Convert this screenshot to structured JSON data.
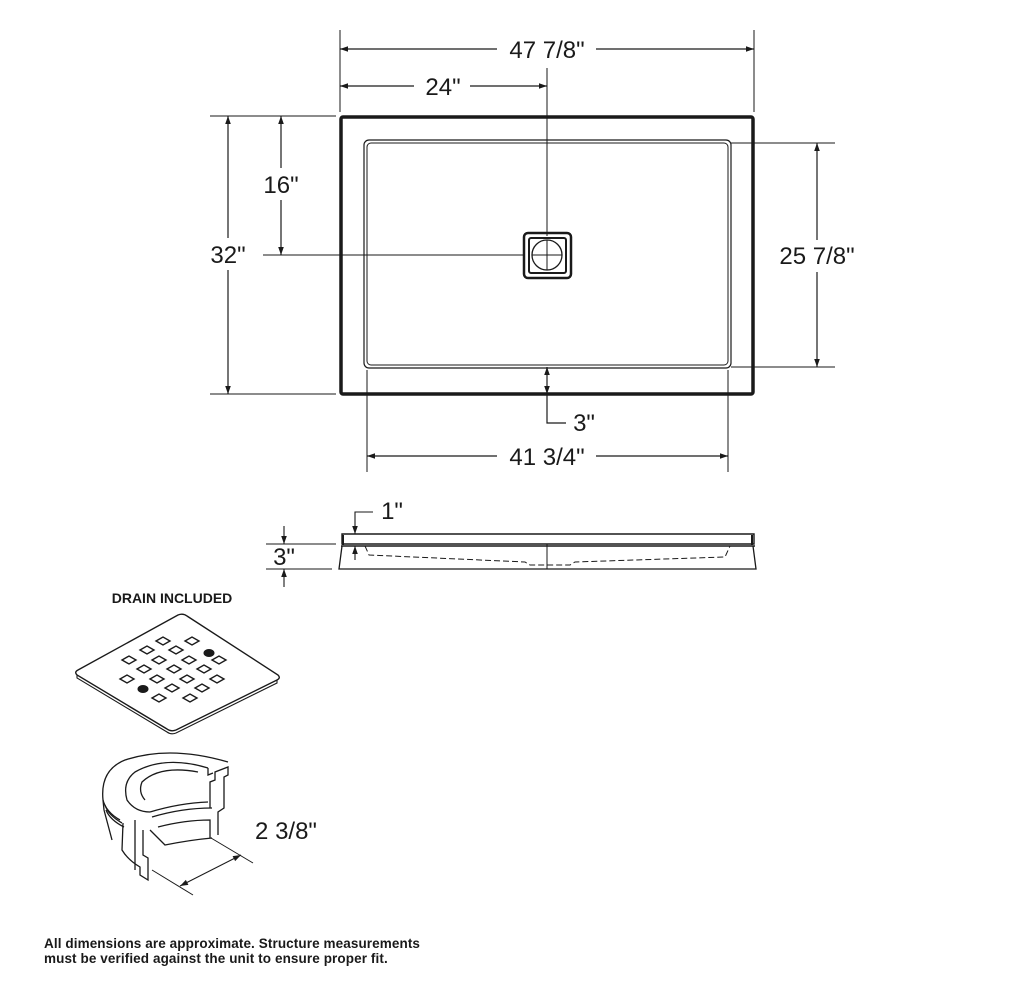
{
  "plan_view": {
    "overall_width": "47 7/8\"",
    "drain_offset_x": "24\"",
    "overall_depth": "32\"",
    "drain_offset_y": "16\"",
    "inner_depth": "25 7/8\"",
    "front_apron": "3\"",
    "inner_width": "41 3/4\""
  },
  "side_view": {
    "rim_thickness": "1\"",
    "overall_height": "3\""
  },
  "drain": {
    "title": "DRAIN INCLUDED",
    "pipe_diameter": "2 3/8\""
  },
  "footnote": {
    "line1": "All dimensions are approximate. Structure measurements",
    "line2": "must be verified against the unit to ensure proper fit."
  },
  "colors": {
    "line": "#1a1a1a",
    "background": "#ffffff"
  }
}
